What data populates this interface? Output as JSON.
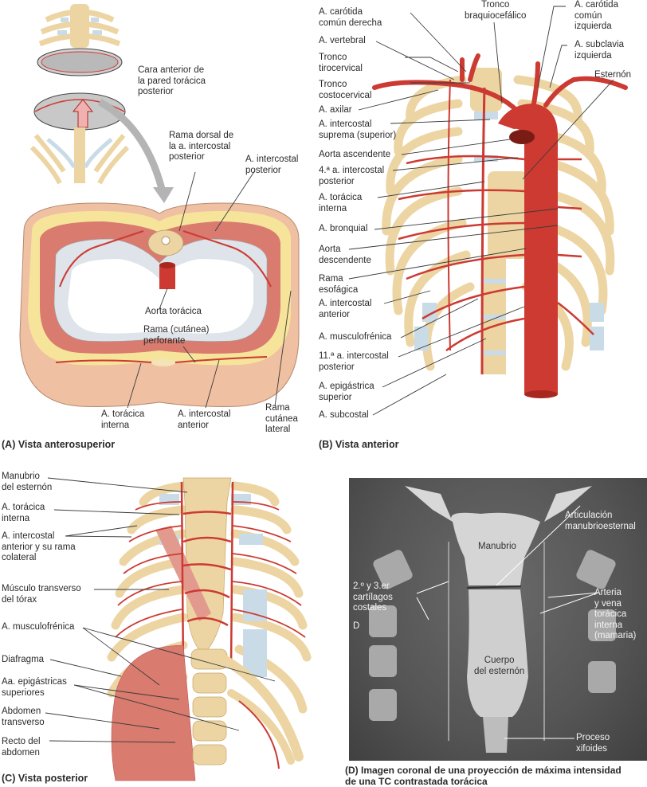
{
  "figure": {
    "panels": [
      {
        "id": "A",
        "caption": "(A) Vista anterosuperior",
        "labels": [
          "Cara anterior de\nla pared torácica\nposterior",
          "Rama dorsal de\nla a. intercostal\nposterior",
          "A. intercostal\nposterior",
          "Aorta torácica",
          "Rama (cutánea)\nperforante",
          "A. torácica\ninterna",
          "A. intercostal\nanterior",
          "Rama\ncutánea\nlateral"
        ]
      },
      {
        "id": "B",
        "caption": "(B) Vista anterior",
        "labels": [
          "A. carótida\ncomún derecha",
          "A. vertebral",
          "Tronco\ntirocervical",
          "Tronco\ncostocervical",
          "A. axilar",
          "A. intercostal\nsuprema (superior)",
          "Aorta ascendente",
          "4.ª a. intercostal\nposterior",
          "A. torácica\ninterna",
          "A. bronquial",
          "Aorta\ndescendente",
          "Rama\nesofágica",
          "A. intercostal\nanterior",
          "A. musculofrénica",
          "11.ª a. intercostal\nposterior",
          "A. epigástrica\nsuperior",
          "A. subcostal",
          "Tronco\nbraquiocefálico",
          "A. carótida\ncomún\nizquierda",
          "A. subclavia\nizquierda",
          "Esternón"
        ]
      },
      {
        "id": "C",
        "caption": "(C) Vista posterior",
        "labels": [
          "Manubrio\ndel esternón",
          "A. torácica\ninterna",
          "A. intercostal\nanterior y su rama\ncolateral",
          "Músculo transverso\ndel tórax",
          "A. musculofrénica",
          "Diafragma",
          "Aa. epigástricas\nsuperiores",
          "Abdomen\ntransverso",
          "Recto del\nabdomen"
        ]
      },
      {
        "id": "D",
        "caption": "(D) Imagen coronal de una proyección de máxima intensidad\n     de una TC contrastada torácica",
        "labels": [
          "Articulación\nmanubrioesternal",
          "Manubrio",
          "2.º y 3.er\ncartílagos\ncostales",
          "D",
          "Arteria\ny vena\ntorácica\ninterna\n(mamaria)",
          "Cuerpo\ndel esternón",
          "Proceso\nxifoides"
        ]
      }
    ]
  },
  "colors": {
    "bone": "#ecd5a3",
    "bone_dark": "#c9a56a",
    "cartilage": "#c9dbe6",
    "artery": "#cc3a32",
    "artery_dark": "#a82820",
    "fat": "#f6e49a",
    "skin": "#efc1a2",
    "muscle": "#d97b6f",
    "pleura": "#dfe3ea",
    "ct_bg": "#5a5a5a",
    "ct_bone": "#d8d8d8"
  }
}
